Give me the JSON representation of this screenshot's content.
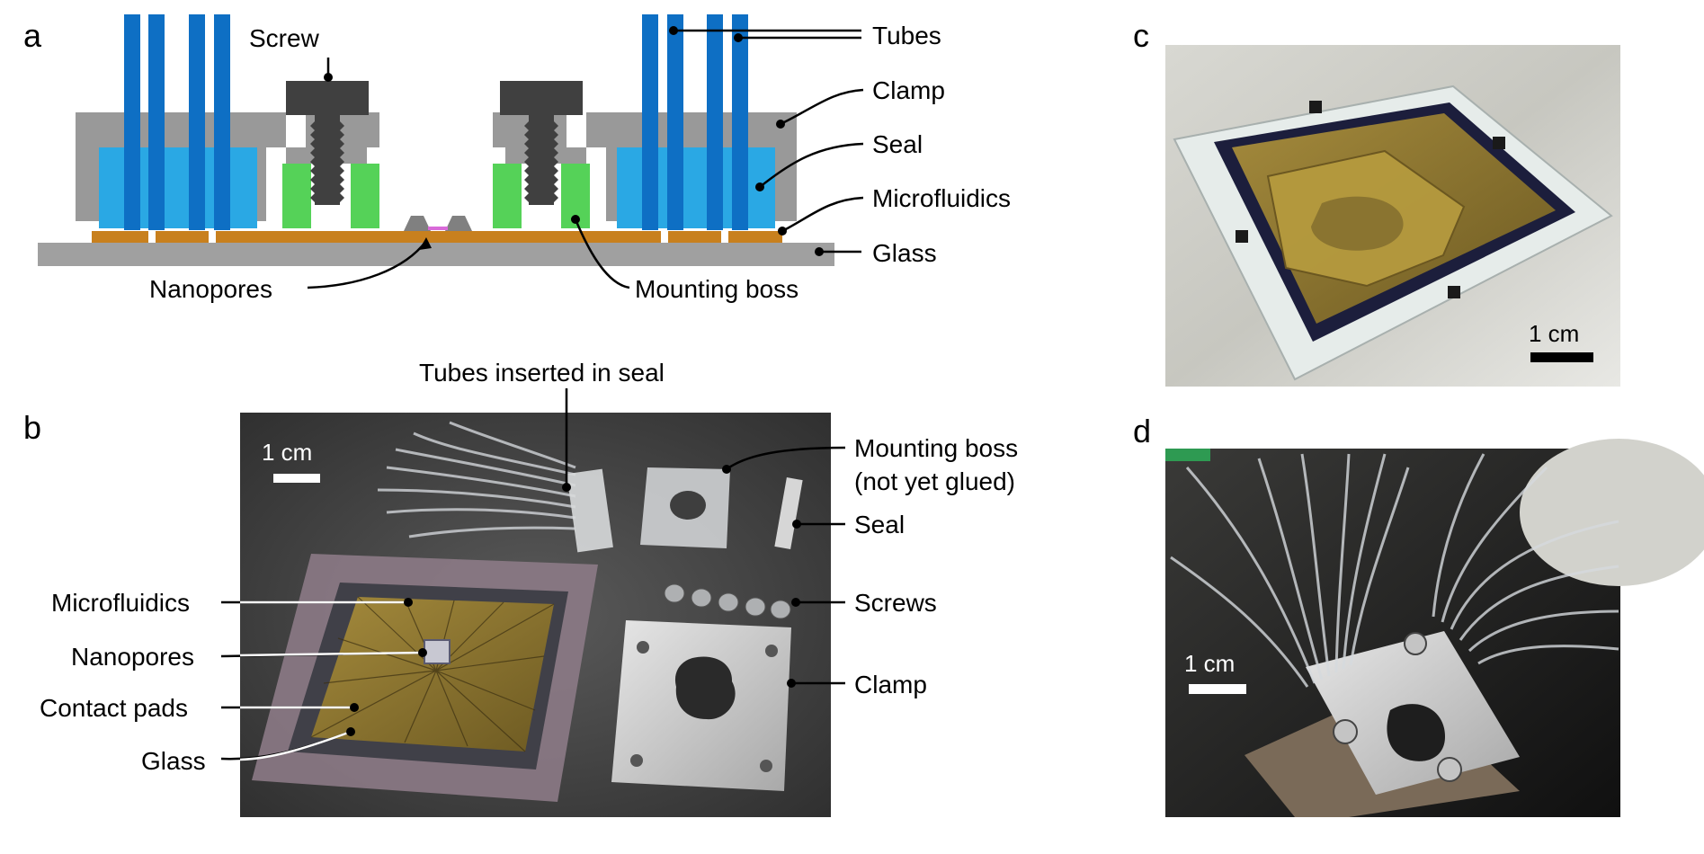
{
  "panels": {
    "a": {
      "letter": "a",
      "labels": {
        "screw": "Screw",
        "tubes": "Tubes",
        "clamp": "Clamp",
        "seal": "Seal",
        "microfluidics": "Microfluidics",
        "glass": "Glass",
        "nanopores": "Nanopores",
        "mounting_boss": "Mounting boss"
      },
      "colors": {
        "tubes": "#0e6fc4",
        "seal": "#2aa8e4",
        "clamp": "#999999",
        "screw": "#404040",
        "mounting_boss": "#55d258",
        "microfluidics": "#c8801e",
        "glass": "#a0a0a0",
        "nanopore": "#d86ad8"
      }
    },
    "b": {
      "letter": "b",
      "scale_bar": "1 cm",
      "labels": {
        "tubes_inserted": "Tubes inserted in seal",
        "mounting_boss_line1": "Mounting boss",
        "mounting_boss_line2": "(not yet glued)",
        "seal": "Seal",
        "screws": "Screws",
        "clamp": "Clamp",
        "microfluidics": "Microfluidics",
        "nanopores": "Nanopores",
        "contact_pads": "Contact pads",
        "glass": "Glass"
      }
    },
    "c": {
      "letter": "c",
      "scale_bar": "1 cm"
    },
    "d": {
      "letter": "d",
      "scale_bar": "1 cm"
    }
  }
}
